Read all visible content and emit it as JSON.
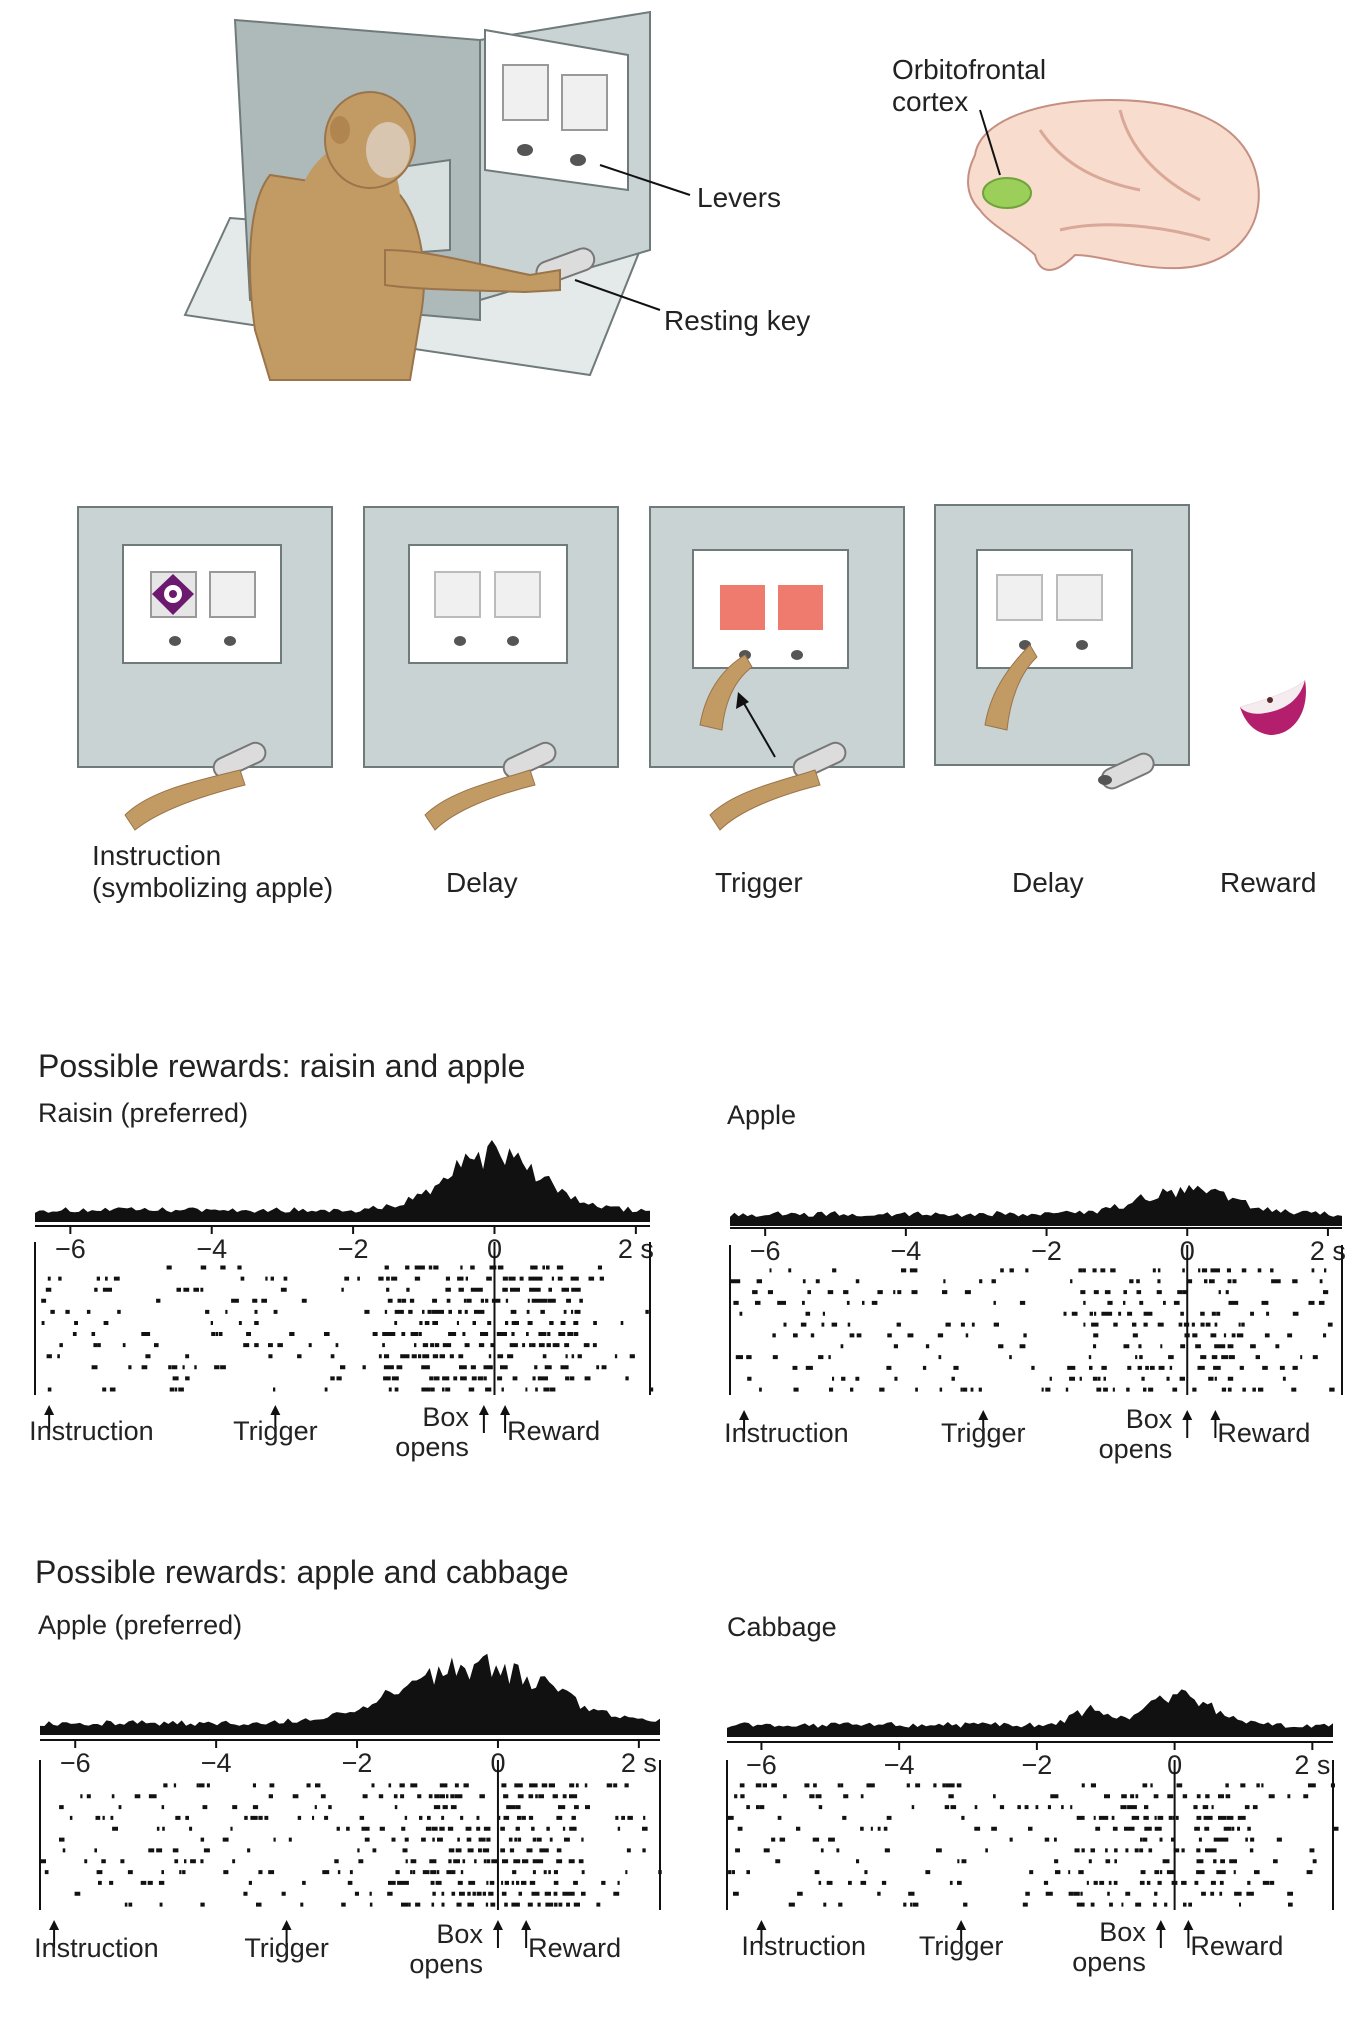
{
  "top": {
    "levers_label": "Levers",
    "resting_key_label": "Resting key",
    "ofc_label_line1": "Orbitofrontal",
    "ofc_label_line2": "cortex"
  },
  "sequence": {
    "panels": [
      {
        "line1": "Instruction",
        "line2": "(symbolizing apple)"
      },
      {
        "line1": "Delay",
        "line2": ""
      },
      {
        "line1": "Trigger",
        "line2": ""
      },
      {
        "line1": "Delay",
        "line2": ""
      },
      {
        "line1": "Reward",
        "line2": ""
      }
    ]
  },
  "colors": {
    "panel_bg": "#c9d3d3",
    "panel_border": "#6f7a7a",
    "screen_red": "#ee7b6e",
    "brain_fill": "#f8dccd",
    "ofc_green": "#9ccf5a",
    "monkey_fur": "#c29a64",
    "symbol_purple": "#6c1a70",
    "apple_red": "#b31f6c",
    "ink": "#111111"
  },
  "chart_data": [
    {
      "type": "raster",
      "section": "Possible rewards: raisin and apple",
      "title": "Raisin (preferred)",
      "xlabel": "",
      "tick_labels": [
        "−6",
        "−4",
        "−2",
        "0",
        "2 s"
      ],
      "xlim": [
        -6.5,
        2.2
      ],
      "events": [
        {
          "name": "Instruction",
          "t": -6.3
        },
        {
          "name": "Trigger",
          "t": -3.1
        },
        {
          "name": "Box\nopens",
          "t": -0.15
        },
        {
          "name": "Reward",
          "t": 0.15
        }
      ],
      "peak_relative": 1.0
    },
    {
      "type": "raster",
      "section": "Possible rewards: raisin and apple",
      "title": "Apple",
      "xlabel": "",
      "tick_labels": [
        "−6",
        "−4",
        "−2",
        "0",
        "2 s"
      ],
      "xlim": [
        -6.5,
        2.2
      ],
      "events": [
        {
          "name": "Instruction",
          "t": -6.3
        },
        {
          "name": "Trigger",
          "t": -2.9
        },
        {
          "name": "Box\nopens",
          "t": 0.0
        },
        {
          "name": "Reward",
          "t": 0.4
        }
      ],
      "peak_relative": 0.45
    },
    {
      "type": "raster",
      "section": "Possible rewards: apple and cabbage",
      "title": "Apple (preferred)",
      "xlabel": "",
      "tick_labels": [
        "−6",
        "−4",
        "−2",
        "0",
        "2 s"
      ],
      "xlim": [
        -6.5,
        2.3
      ],
      "events": [
        {
          "name": "Instruction",
          "t": -6.3
        },
        {
          "name": "Trigger",
          "t": -3.0
        },
        {
          "name": "Box\nopens",
          "t": 0.0
        },
        {
          "name": "Reward",
          "t": 0.4
        }
      ],
      "peak_relative": 1.0
    },
    {
      "type": "raster",
      "section": "Possible rewards: apple and cabbage",
      "title": "Cabbage",
      "xlabel": "",
      "tick_labels": [
        "−6",
        "−4",
        "−2",
        "0",
        "2 s"
      ],
      "xlim": [
        -6.5,
        2.3
      ],
      "events": [
        {
          "name": "Instruction",
          "t": -6.0
        },
        {
          "name": "Trigger",
          "t": -3.1
        },
        {
          "name": "Box\nopens",
          "t": -0.2
        },
        {
          "name": "Reward",
          "t": 0.2
        }
      ],
      "peak_relative": 0.55
    }
  ]
}
